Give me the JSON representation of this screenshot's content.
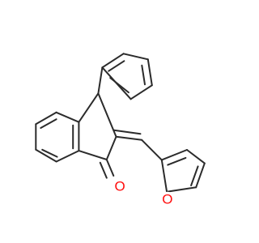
{
  "molecule": {
    "atoms": [
      {
        "id": "O1",
        "label": "O",
        "color": "#ff0d0d"
      },
      {
        "id": "O2",
        "label": "O",
        "color": "#ff0d0d"
      }
    ]
  }
}
